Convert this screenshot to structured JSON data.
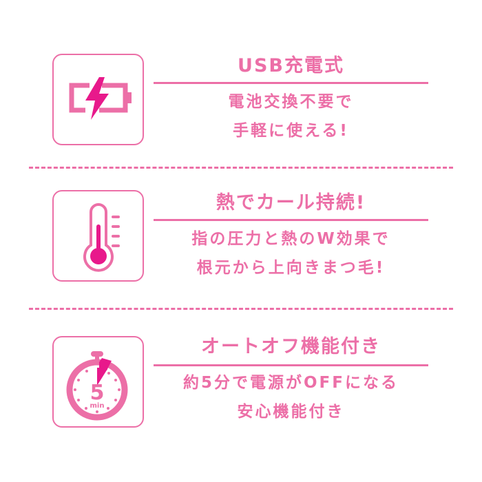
{
  "colors": {
    "primary_pink": "#ec6fa7",
    "accent_magenta": "#e8198b",
    "background": "#ffffff"
  },
  "features": [
    {
      "icon": "battery-charging-icon",
      "title": "USB充電式",
      "lines": [
        "電池交換不要で",
        "手軽に使える!"
      ]
    },
    {
      "icon": "thermometer-icon",
      "title": "熱でカール持続!",
      "lines": [
        "指の圧力と熱のW効果で",
        "根元から上向きまつ毛!"
      ]
    },
    {
      "icon": "stopwatch-5min-icon",
      "title": "オートオフ機能付き",
      "lines": [
        "約5分で電源がOFFになる",
        "安心機能付き"
      ],
      "timer": {
        "number": "5",
        "unit": "min"
      }
    }
  ]
}
